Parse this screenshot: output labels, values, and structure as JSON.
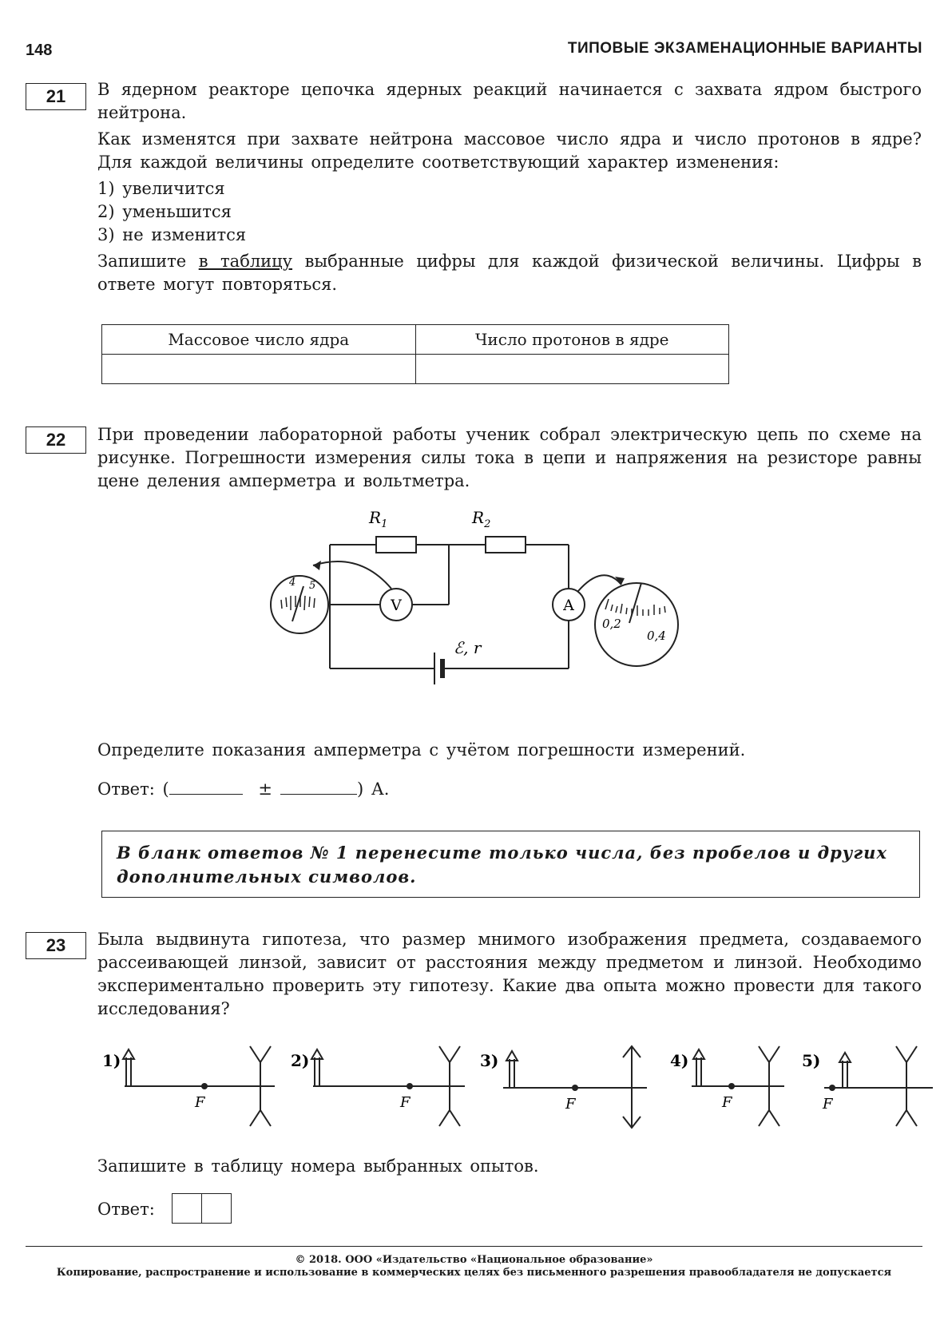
{
  "header": {
    "page_number": "148",
    "running_title": "ТИПОВЫЕ ЭКЗАМЕНАЦИОННЫЕ ВАРИАНТЫ"
  },
  "q21": {
    "number": "21",
    "p1": "В ядерном реакторе цепочка ядерных реакций начинается с захвата ядром быстрого нейтрона.",
    "p2": "Как изменятся при захвате нейтрона массовое число ядра и число протонов в ядре? Для каждой величины определите соответствующий характер изменения:",
    "options": [
      "1) увеличится",
      "2) уменьшится",
      "3) не изменится"
    ],
    "instr_pre": "Запишите ",
    "instr_link": "в таблицу",
    "instr_post": " выбранные цифры для каждой физической величины. Цифры в ответе могут повторяться.",
    "table_headers": [
      "Массовое число ядра",
      "Число протонов в ядре"
    ]
  },
  "q22": {
    "number": "22",
    "p1": "При проведении лабораторной работы ученик собрал электрическую цепь по схеме на рисунке. Погрешности измерения силы тока в цепи и напряжения на резисторе равны цене деления амперметра и вольтметра.",
    "diagram": {
      "r1": "R",
      "r1_sub": "1",
      "r2": "R",
      "r2_sub": "2",
      "voltmeter": "V",
      "ammeter": "A",
      "emf": "ℰ, r",
      "v_scale": [
        "4",
        "5"
      ],
      "a_scale": [
        "0,2",
        "0,4"
      ]
    },
    "p2": "Определите  показания амперметра с учётом погрешности измерений.",
    "answer_label": "Ответ: (",
    "answer_pm": "±",
    "answer_unit": ") А.",
    "notice": "В бланк ответов № 1 перенесите только числа, без пробелов и других дополнительных символов."
  },
  "q23": {
    "number": "23",
    "p1": "Была выдвинута гипотеза, что размер мнимого изображения предмета, создаваемого рассеивающей линзой, зависит от расстояния между предметом и линзой. Необходимо экспериментально проверить эту гипотезу. Какие два опыта можно провести для такого исследования?",
    "experiments": [
      "1)",
      "2)",
      "3)",
      "4)",
      "5)"
    ],
    "focus_label": "F",
    "p2": "Запишите в таблицу номера выбранных опытов.",
    "answer_label": "Ответ:"
  },
  "footer": {
    "line1": "© 2018. ООО «Издательство «Национальное образование»",
    "line2": "Копирование, распространение и использование в коммерческих целях без письменного разрешения правообладателя не допускается"
  }
}
